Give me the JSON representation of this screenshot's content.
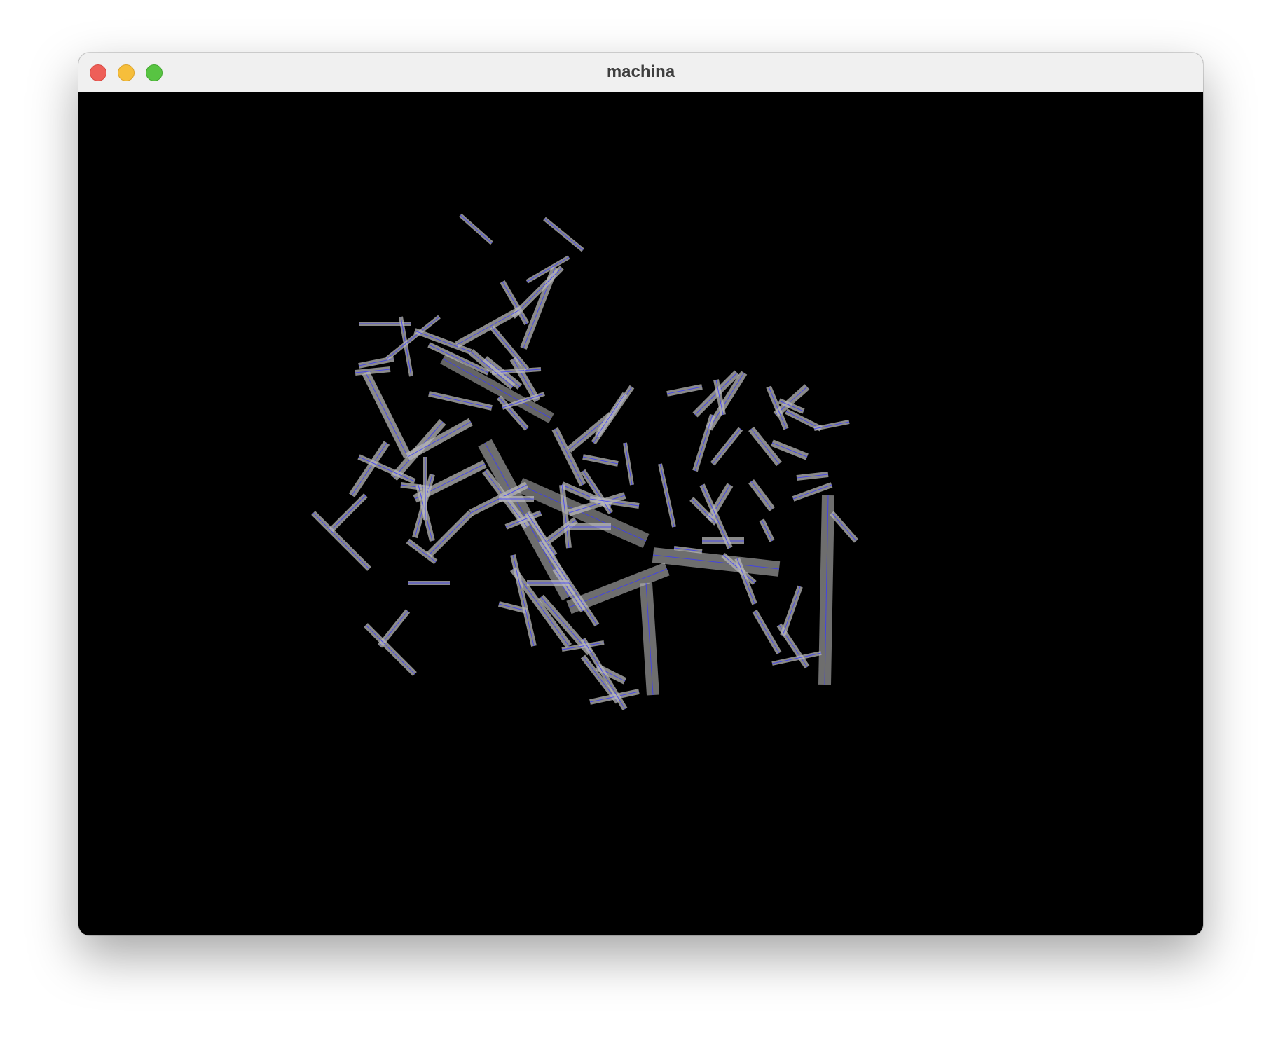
{
  "window": {
    "title": "machina",
    "controls": {
      "close": "close-button",
      "minimize": "minimize-button",
      "zoom": "zoom-button"
    }
  },
  "colors": {
    "titlebar": "#f0f0f0",
    "canvas_background": "#000000",
    "limb_fill": "#b8b8b8",
    "limb_outline": "#3a3aff",
    "close": "#ee5f58",
    "minimize": "#f6be3b",
    "zoom": "#58c442"
  }
}
